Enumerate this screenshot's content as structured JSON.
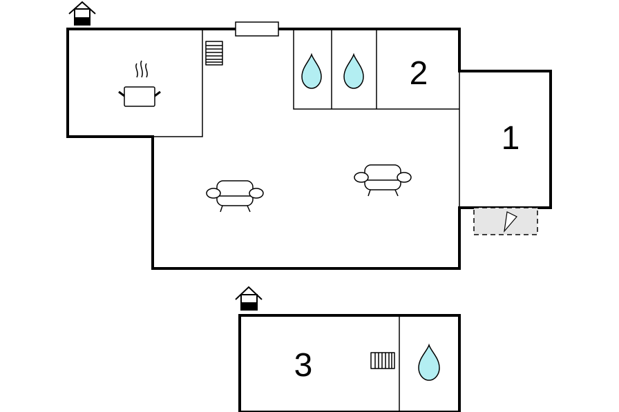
{
  "rooms": {
    "room_1": "1",
    "room_2": "2",
    "room_3": "3"
  },
  "colors": {
    "wall": "#000000",
    "water_drop": "#b3eef2",
    "terrace": "#e6e6e6"
  },
  "icons": [
    "entrance-house-icon",
    "cooking-pot-icon",
    "sofa-icon",
    "water-drop-icon",
    "stairs-icon",
    "window-icon"
  ]
}
